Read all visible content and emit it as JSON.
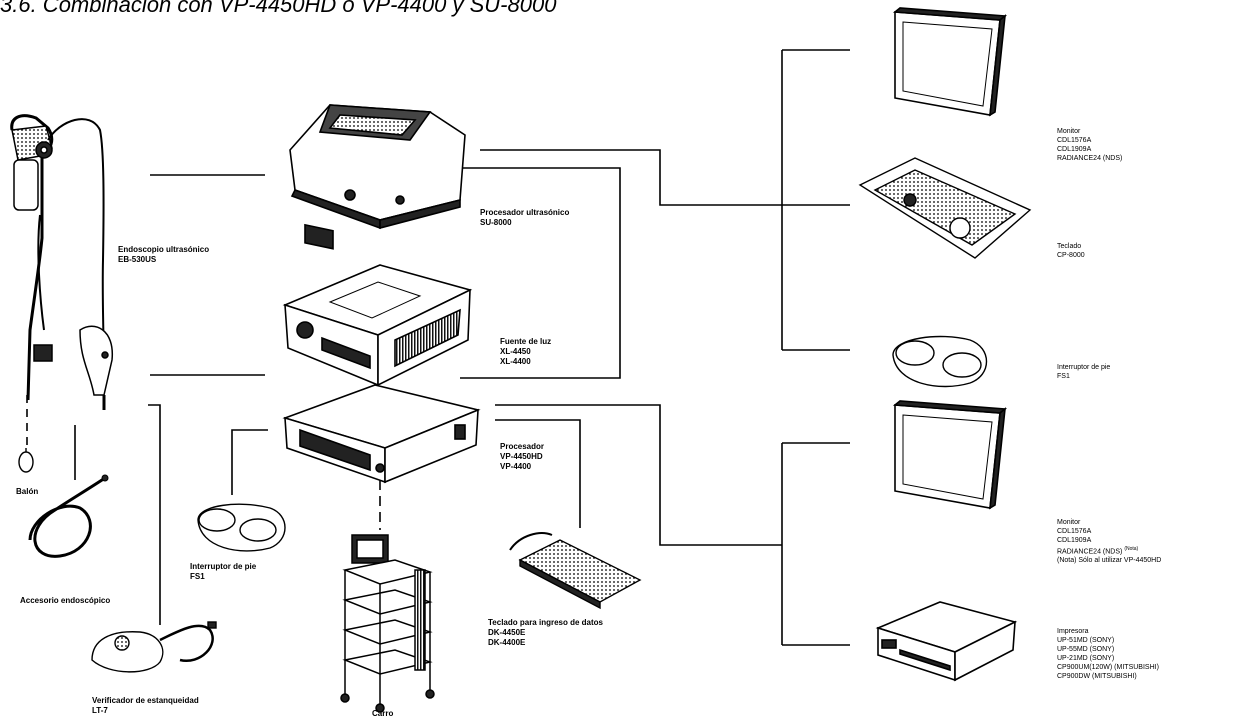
{
  "title": "3.6. Combinación con VP-4450HD o VP-4400 y SU-8000",
  "colors": {
    "line": "#000000",
    "device_fill": "#ffffff",
    "device_dark": "#2a2a2a"
  },
  "labels": {
    "endoscope": {
      "name": "Endoscopio ultrasónico",
      "model": "EB-530US"
    },
    "balloon": "Balón",
    "accessory": "Accesorio endoscópico",
    "leak_tester": {
      "name": "Verificador de estanqueidad",
      "model": "LT-7"
    },
    "processor_us": {
      "name": "Procesador ultrasónico",
      "model": "SU-8000"
    },
    "light_source": {
      "name": "Fuente de luz",
      "models": [
        "XL-4450",
        "XL-4400"
      ]
    },
    "processor": {
      "name": "Procesador",
      "models": [
        "VP-4450HD",
        "VP-4400"
      ]
    },
    "footswitch_left": {
      "name": "Interruptor de pie",
      "model": "FS1"
    },
    "cart": "Carro",
    "keyboard_data": {
      "name": "Teclado para ingreso de datos",
      "models": [
        "DK-4450E",
        "DK-4400E"
      ]
    },
    "monitor_top": {
      "name": "Monitor",
      "models": [
        "CDL1576A",
        "CDL1909A",
        "RADIANCE24 (NDS)"
      ]
    },
    "keyboard_us": {
      "name": "Teclado",
      "model": "CP-8000"
    },
    "footswitch_right": {
      "name": "Interruptor de pie",
      "model": "FS1"
    },
    "monitor_bottom": {
      "name": "Monitor",
      "models": [
        "CDL1576A",
        "CDL1909A",
        "RADIANCE24 (NDS)"
      ],
      "note_mark": "(Nota)",
      "note": "(Nota) Sólo al utilizar VP-4450HD"
    },
    "printer": {
      "name": "Impresora",
      "models": [
        "UP-51MD (SONY)",
        "UP-55MD (SONY)",
        "UP-21MD (SONY)",
        "CP900UM(120W) (MITSUBISHI)",
        "CP900DW (MITSUBISHI)"
      ]
    }
  }
}
